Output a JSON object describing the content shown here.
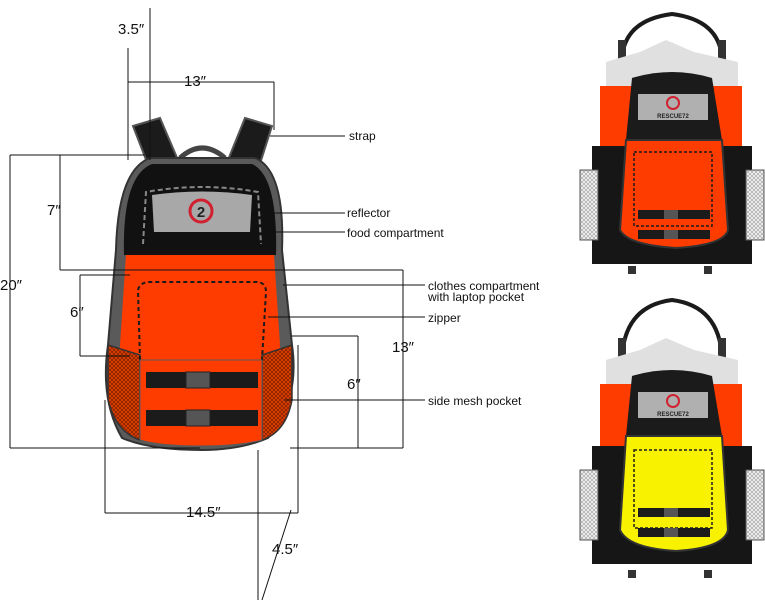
{
  "dimensions": {
    "top_strap": "3.5″",
    "top_width": "13″",
    "upper_height": "7″",
    "total_height": "20″",
    "pocket_height": "6″",
    "side_pocket_height": "6″",
    "body_height": "13″",
    "base_width": "14.5″",
    "depth": "4.5″"
  },
  "callouts": {
    "strap": "strap",
    "reflector": "reflector",
    "food_compartment": "food compartment",
    "clothes_line1": "clothes compartment",
    "clothes_line2": "with laptop pocket",
    "zipper": "zipper",
    "side_mesh": "side mesh pocket"
  },
  "logo": {
    "text": "RESCUE72"
  },
  "colors": {
    "orange": "#ff3c00",
    "black": "#1a1a1a",
    "yellow": "#f8f200",
    "grey_reflector": "#a8a8a8",
    "logo_red": "#d1202f"
  }
}
